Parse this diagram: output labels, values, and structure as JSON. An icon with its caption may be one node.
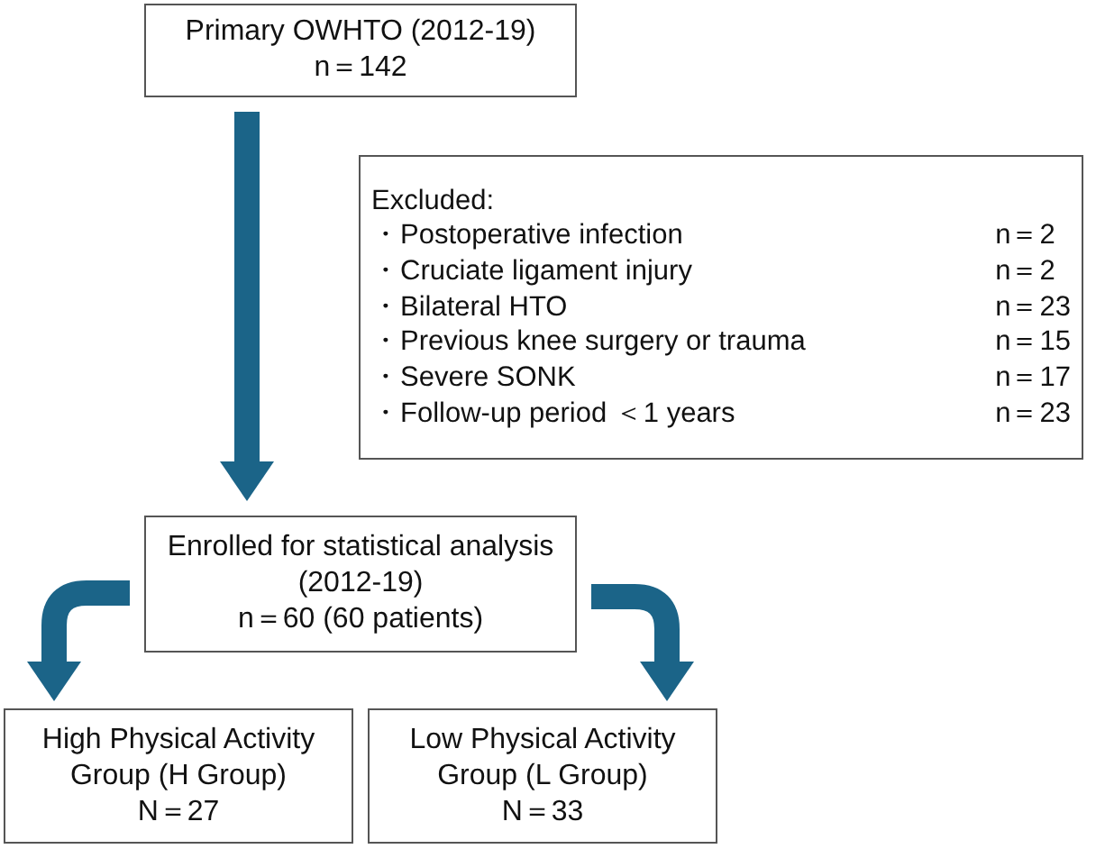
{
  "diagram": {
    "nodes": [
      {
        "text": [
          "Primary OWHTO (2012-19)",
          "n＝142"
        ]
      },
      {
        "text": [
          "Excluded:",
          "・Postoperative infection",
          "n＝2",
          "・Cruciate ligament injury",
          "n＝2",
          "・Bilateral HTO",
          "n＝23",
          "・Previous knee surgery or trauma",
          "n＝15",
          "・Severe SONK",
          "n＝17",
          "・Follow-up period ＜1 years",
          "n＝23"
        ]
      },
      {
        "text": [
          "Enrolled for statistical analysis (2012-19)",
          "n＝60 (60 patients)"
        ]
      },
      {
        "text": [
          "High Physical Activity Group (H Group)",
          "N＝27"
        ]
      },
      {
        "text": [
          "Low Physical Activity Group (L Group)",
          "N＝33"
        ]
      }
    ],
    "edges": [
      {
        "from": 0,
        "to": 2,
        "arrow": "to"
      },
      {
        "from": 2,
        "to": 3,
        "arrow": "to"
      },
      {
        "from": 2,
        "to": 4,
        "arrow": "to"
      }
    ]
  }
}
